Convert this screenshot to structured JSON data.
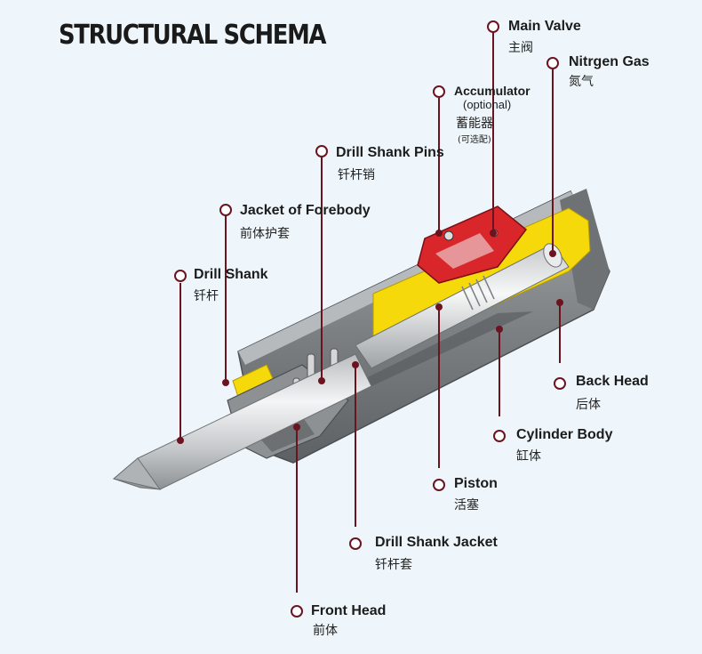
{
  "title": "STRUCTURAL SCHEMA",
  "colors": {
    "background": "#eef6fb",
    "leader": "#6b1420",
    "jacket": "#f5d90a",
    "accumulator": "#d8262a",
    "body_gray": "#8a8e91",
    "piston": "#e6e8ea"
  },
  "labels": {
    "main_valve": {
      "en": "Main Valve",
      "zh": "主阀"
    },
    "nitrogen_gas": {
      "en": "Nitrgen Gas",
      "zh": "氮气"
    },
    "accumulator": {
      "en": "Accumulator",
      "sub": "(optional)",
      "zh": "蓄能器",
      "zh_sub": "(可选配)"
    },
    "drill_shank_pins": {
      "en": "Drill Shank Pins",
      "zh": "钎杆销"
    },
    "jacket_of_forebody": {
      "en": "Jacket of Forebody",
      "zh": "前体护套"
    },
    "drill_shank": {
      "en": "Drill Shank",
      "zh": "钎杆"
    },
    "back_head": {
      "en": "Back Head",
      "zh": "后体"
    },
    "cylinder_body": {
      "en": "Cylinder Body",
      "zh": "缸体"
    },
    "piston": {
      "en": "Piston",
      "zh": "活塞"
    },
    "drill_shank_jacket": {
      "en": "Drill Shank Jacket",
      "zh": "钎杆套"
    },
    "front_head": {
      "en": "Front Head",
      "zh": "前体"
    }
  }
}
